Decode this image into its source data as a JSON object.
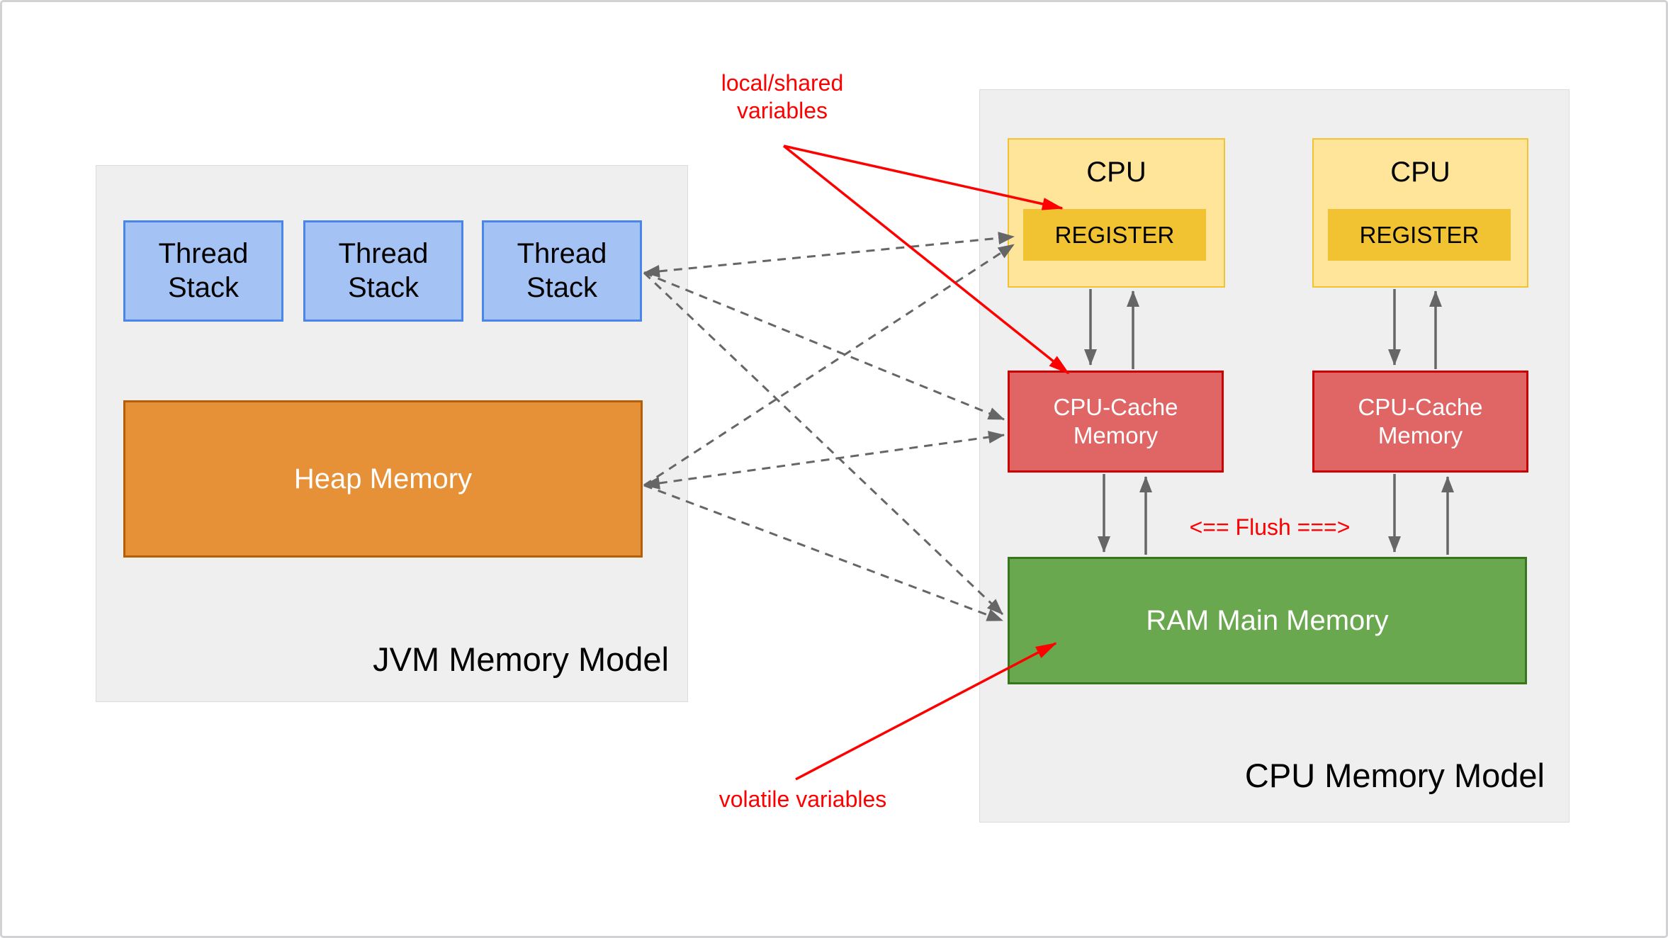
{
  "diagram": {
    "jvm": {
      "title": "JVM Memory Model",
      "thread_stacks": [
        {
          "label": "Thread Stack"
        },
        {
          "label": "Thread Stack"
        },
        {
          "label": "Thread Stack"
        }
      ],
      "heap_label": "Heap Memory"
    },
    "cpu": {
      "title": "CPU Memory Model",
      "units": [
        {
          "cpu_label": "CPU",
          "register_label": "REGISTER",
          "cache_label": "CPU-Cache Memory"
        },
        {
          "cpu_label": "CPU",
          "register_label": "REGISTER",
          "cache_label": "CPU-Cache Memory"
        }
      ],
      "ram_label": "RAM Main Memory"
    },
    "annotations": {
      "local_shared": "local/shared variables",
      "volatile": "volatile variables",
      "flush": "<== Flush ===>"
    },
    "colors": {
      "thread_stack_fill": "#a4c2f4",
      "thread_stack_border": "#4a86e8",
      "heap_fill": "#e69138",
      "heap_border": "#b45f06",
      "cpu_fill": "#ffe599",
      "cpu_border": "#f1c232",
      "register_fill": "#f1c232",
      "cache_fill": "#e06666",
      "cache_border": "#cc0000",
      "ram_fill": "#6aa84f",
      "ram_border": "#38761d",
      "container_fill": "#efefef",
      "annotation_red": "#ff0000",
      "arrow_gray": "#666666"
    }
  }
}
